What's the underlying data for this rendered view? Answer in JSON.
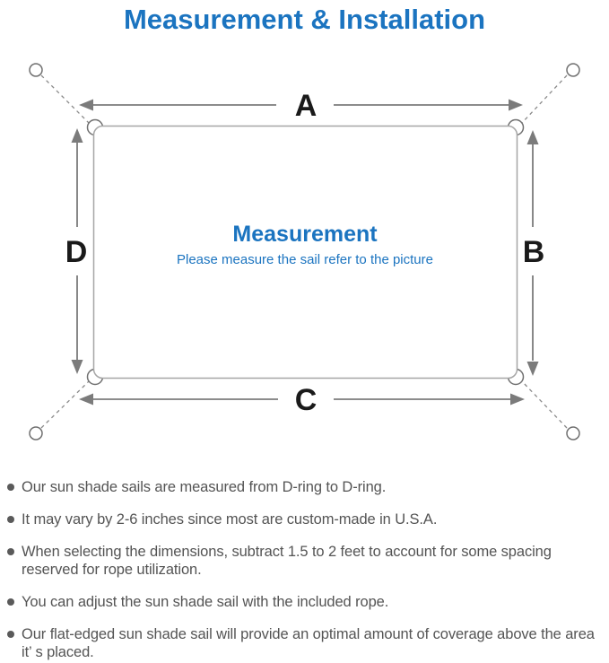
{
  "title": "Measurement & Installation",
  "colors": {
    "accent_blue": "#1b74c0",
    "diagram_line_gray": "#7b7b7b",
    "sail_border_gray": "#a6a6a6",
    "note_text_gray": "#545454",
    "label_black": "#1a1a1a"
  },
  "icons": {
    "bullet": "filled-circle",
    "anchor_point": "open-circle",
    "d_ring": "open-ring",
    "dimension_arrow": "double-headed-arrow"
  },
  "diagram": {
    "labels": {
      "top": "A",
      "right": "B",
      "bottom": "C",
      "left": "D"
    },
    "center_title": "Measurement",
    "center_subtitle": "Please measure the sail refer to the picture"
  },
  "notes": {
    "items": [
      {
        "text": "Our sun shade sails are measured from D-ring to D-ring."
      },
      {
        "text": "It may vary by 2-6 inches since most are custom-made in U.S.A."
      },
      {
        "text": "When selecting the dimensions, subtract 1.5 to 2 feet to account for some spacing reserved for rope utilization."
      },
      {
        "text": "You can adjust the sun shade sail with the included rope."
      },
      {
        "text": "Our flat-edged sun shade sail will provide an optimal amount of coverage above the area it’ s placed."
      }
    ]
  }
}
